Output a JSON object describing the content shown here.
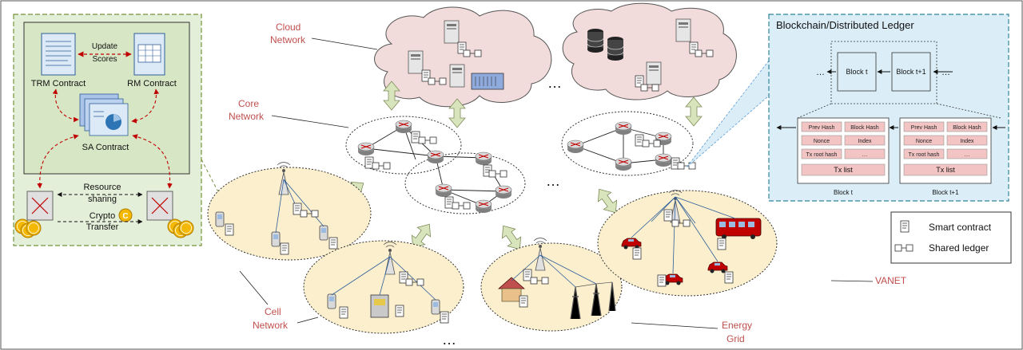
{
  "labels": {
    "cloud_network": [
      "Cloud",
      "Network"
    ],
    "core_network": [
      "Core",
      "Network"
    ],
    "cell_network": [
      "Cell",
      "Network"
    ],
    "energy_grid": [
      "Energy",
      "Grid"
    ],
    "vanet": "VANET",
    "ellipsis": "…"
  },
  "contracts": {
    "update_scores": [
      "Update",
      "Scores"
    ],
    "trm_contract": "TRM Contract",
    "rm_contract": "RM Contract",
    "sa_contract": "SA Contract",
    "resource_sharing": [
      "Resource",
      "sharing"
    ],
    "crypto_transfer": [
      "Crypto",
      "Transfer"
    ],
    "coin_symbol": "C"
  },
  "blockchain": {
    "title": "Blockchain/Distributed Ledger",
    "block_t": "Block t",
    "block_t1": "Block t+1",
    "dots": "…",
    "fields": [
      "Prev Hash",
      "Block Hash",
      "Nonce",
      "Index",
      "Tx root hash",
      "…",
      "Tx list"
    ]
  },
  "legend": {
    "smart_contract": "Smart contract",
    "shared_ledger": "Shared ledger"
  },
  "colors": {
    "accent_red": "#c0504d",
    "panel_green": "#e4efd9",
    "panel_blue": "#dbeef7",
    "cloud_pink": "#f2dcdb",
    "ellipse_yellow": "#fbefcd",
    "coin_gold": "#f5b800",
    "field_pink": "#f2c4c4"
  }
}
